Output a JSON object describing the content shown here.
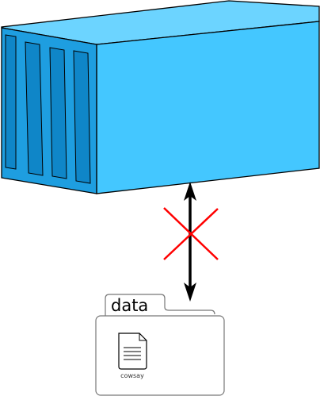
{
  "colors": {
    "container_top": "#6cd4ff",
    "container_side": "#44c7ff",
    "container_front": "#1e9ee0",
    "container_door_panel": "#0f86c8",
    "outline": "#000000",
    "cross": "#ff0000",
    "arrow": "#000000",
    "folder_fill": "#ffffff",
    "folder_outline": "#777777"
  },
  "folder": {
    "label": "data",
    "files": [
      {
        "name": "cowsay",
        "icon": "document-icon"
      }
    ]
  },
  "connection": {
    "arrow_icon": "double-headed-arrow-icon",
    "blocked_icon": "red-x-icon"
  },
  "container": {
    "icon": "shipping-container-icon",
    "door_panels": 4
  }
}
